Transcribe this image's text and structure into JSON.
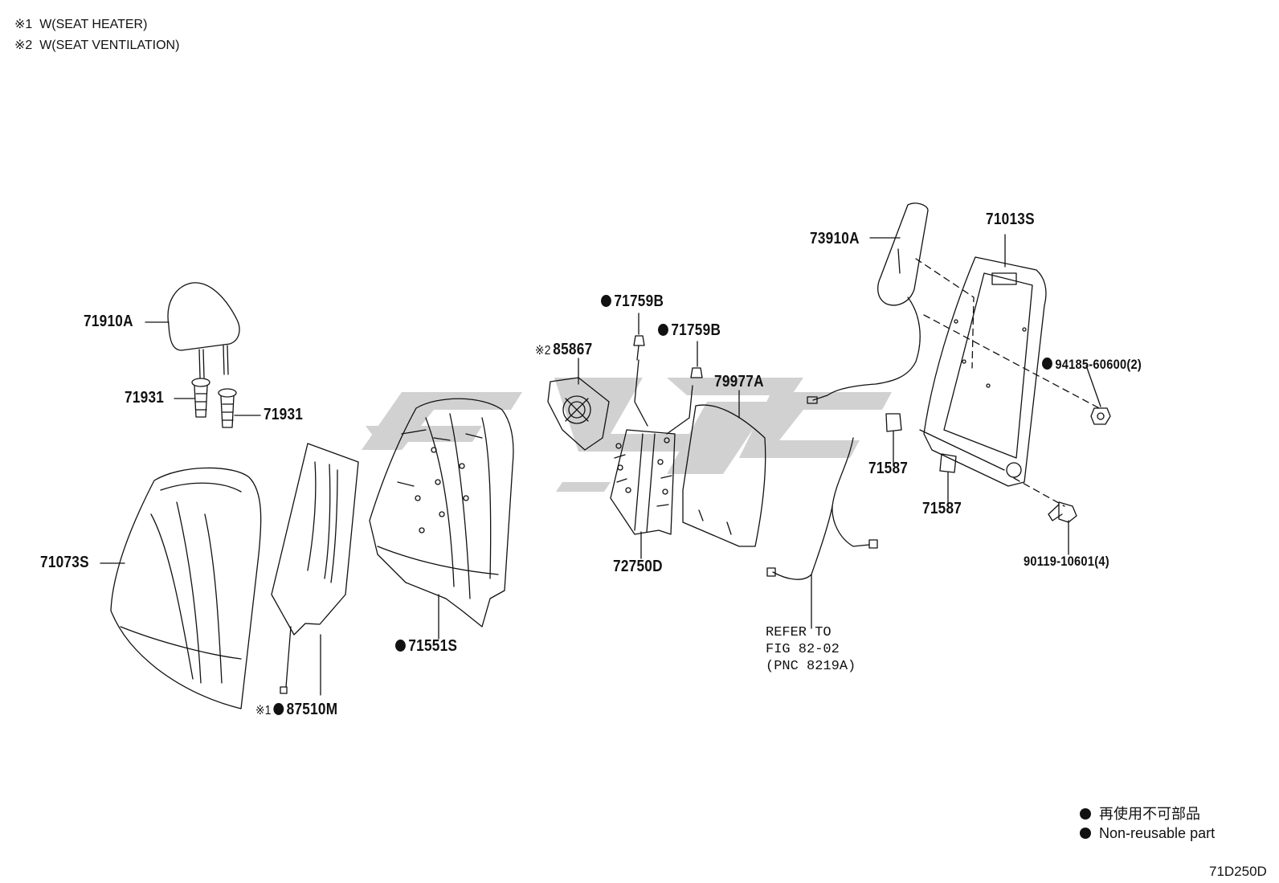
{
  "notes": [
    {
      "mark": "※1",
      "text": "W(SEAT HEATER)"
    },
    {
      "mark": "※2",
      "text": "W(SEAT VENTILATION)"
    }
  ],
  "parts": {
    "p71910A": "71910A",
    "p71931_left": "71931",
    "p71931_right": "71931",
    "p71073S": "71073S",
    "p87510M": "87510M",
    "p87510M_mark": "※1",
    "p71551S": "71551S",
    "p85867": "85867",
    "p85867_mark": "※2",
    "p71759B_top": "71759B",
    "p71759B_mid": "71759B",
    "p72750D": "72750D",
    "p79977A": "79977A",
    "p73910A": "73910A",
    "p71013S": "71013S",
    "p71587_left": "71587",
    "p71587_right": "71587",
    "p94185": "94185-60600(2)",
    "p90119": "90119-10601(4)"
  },
  "refer": {
    "line1": "REFER TO",
    "line2": "FIG 82-02",
    "line3": "(PNC 8219A)"
  },
  "legend": {
    "jp": "再使用不可部品",
    "en": "Non-reusable part"
  },
  "figure_code": "71D250D",
  "watermark_color": "#c9c9c9"
}
